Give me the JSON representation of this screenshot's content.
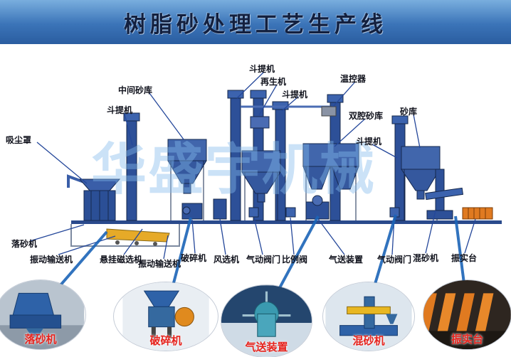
{
  "title": "树脂砂处理工艺生产线",
  "watermark": "华盛宇机械",
  "labels": [
    {
      "id": "dust-hood",
      "text": "吸尘罩"
    },
    {
      "id": "bucket-elevator-left",
      "text": "斗提机"
    },
    {
      "id": "intermediate-sand-silo",
      "text": "中间砂库"
    },
    {
      "id": "bucket-elevator-top",
      "text": "斗提机"
    },
    {
      "id": "regenerator",
      "text": "再生机"
    },
    {
      "id": "bucket-elevator-mid",
      "text": "斗提机"
    },
    {
      "id": "temperature-controller",
      "text": "温控器"
    },
    {
      "id": "double-chamber-sand-silo",
      "text": "双腔砂库"
    },
    {
      "id": "sand-silo",
      "text": "砂库"
    },
    {
      "id": "bucket-elevator-right",
      "text": "斗提机"
    },
    {
      "id": "shakeout-machine",
      "text": "落砂机"
    },
    {
      "id": "vibrating-conveyor-1",
      "text": "振动输送机"
    },
    {
      "id": "suspended-magnetic-separator",
      "text": "悬挂磁选机"
    },
    {
      "id": "vibrating-conveyor-2",
      "text": "振动输送机"
    },
    {
      "id": "crusher",
      "text": "破碎机"
    },
    {
      "id": "air-classifier",
      "text": "风选机"
    },
    {
      "id": "pneumatic-valve-1",
      "text": "气动阀门"
    },
    {
      "id": "proportional-valve",
      "text": "比例阀"
    },
    {
      "id": "pneumatic-conveyor",
      "text": "气送装置"
    },
    {
      "id": "pneumatic-valve-2",
      "text": "气动阀门"
    },
    {
      "id": "sand-mixer",
      "text": "混砂机"
    },
    {
      "id": "compaction-table",
      "text": "振实台"
    }
  ],
  "ovals": [
    {
      "label": "落砂机"
    },
    {
      "label": "破碎机"
    },
    {
      "label": "气送装置"
    },
    {
      "label": "混砂机"
    },
    {
      "label": "振实台"
    }
  ]
}
